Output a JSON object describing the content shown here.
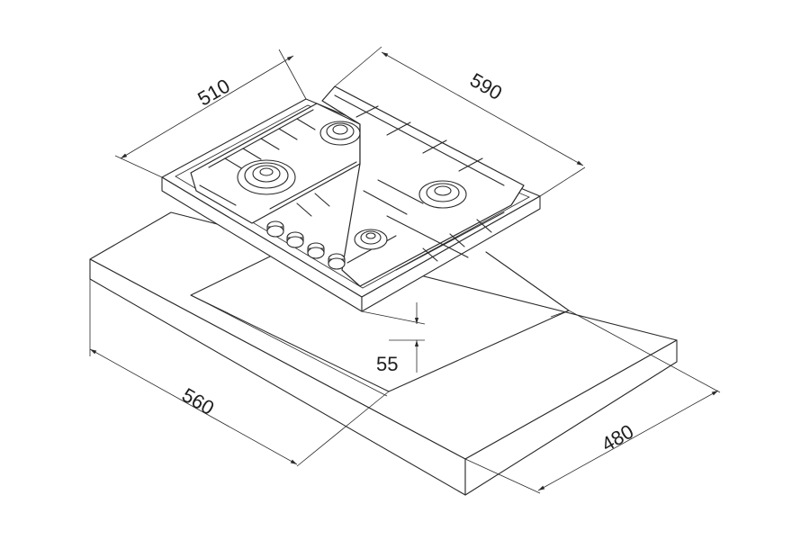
{
  "dimensions": {
    "hob_depth": "510",
    "hob_width": "590",
    "hob_height": "55",
    "cutout_width": "560",
    "cutout_depth": "480"
  },
  "colors": {
    "line": "#2a2a2a",
    "background": "#ffffff"
  }
}
